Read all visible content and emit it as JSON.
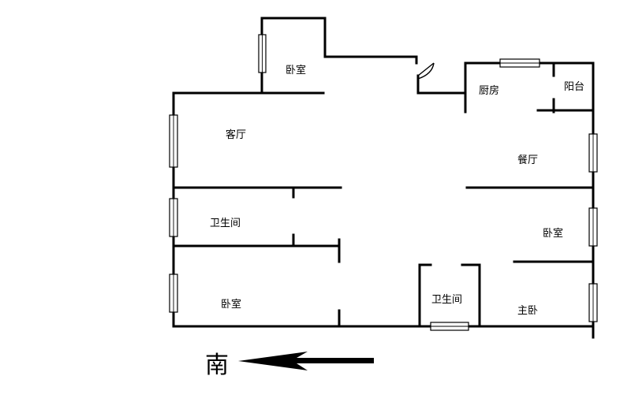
{
  "rooms": {
    "bedroom_top": "卧室",
    "living_room": "客厅",
    "bathroom_left": "卫生间",
    "bedroom_bottom_left": "卧室",
    "kitchen": "厨房",
    "balcony": "阳台",
    "dining_room": "餐厅",
    "bedroom_right": "卧室",
    "bathroom_center": "卫生间",
    "master_bedroom": "主卧"
  },
  "direction": {
    "label": "南",
    "arrow_icon": "arrow-left-icon"
  },
  "colors": {
    "wall": "#000000",
    "background": "#ffffff"
  }
}
